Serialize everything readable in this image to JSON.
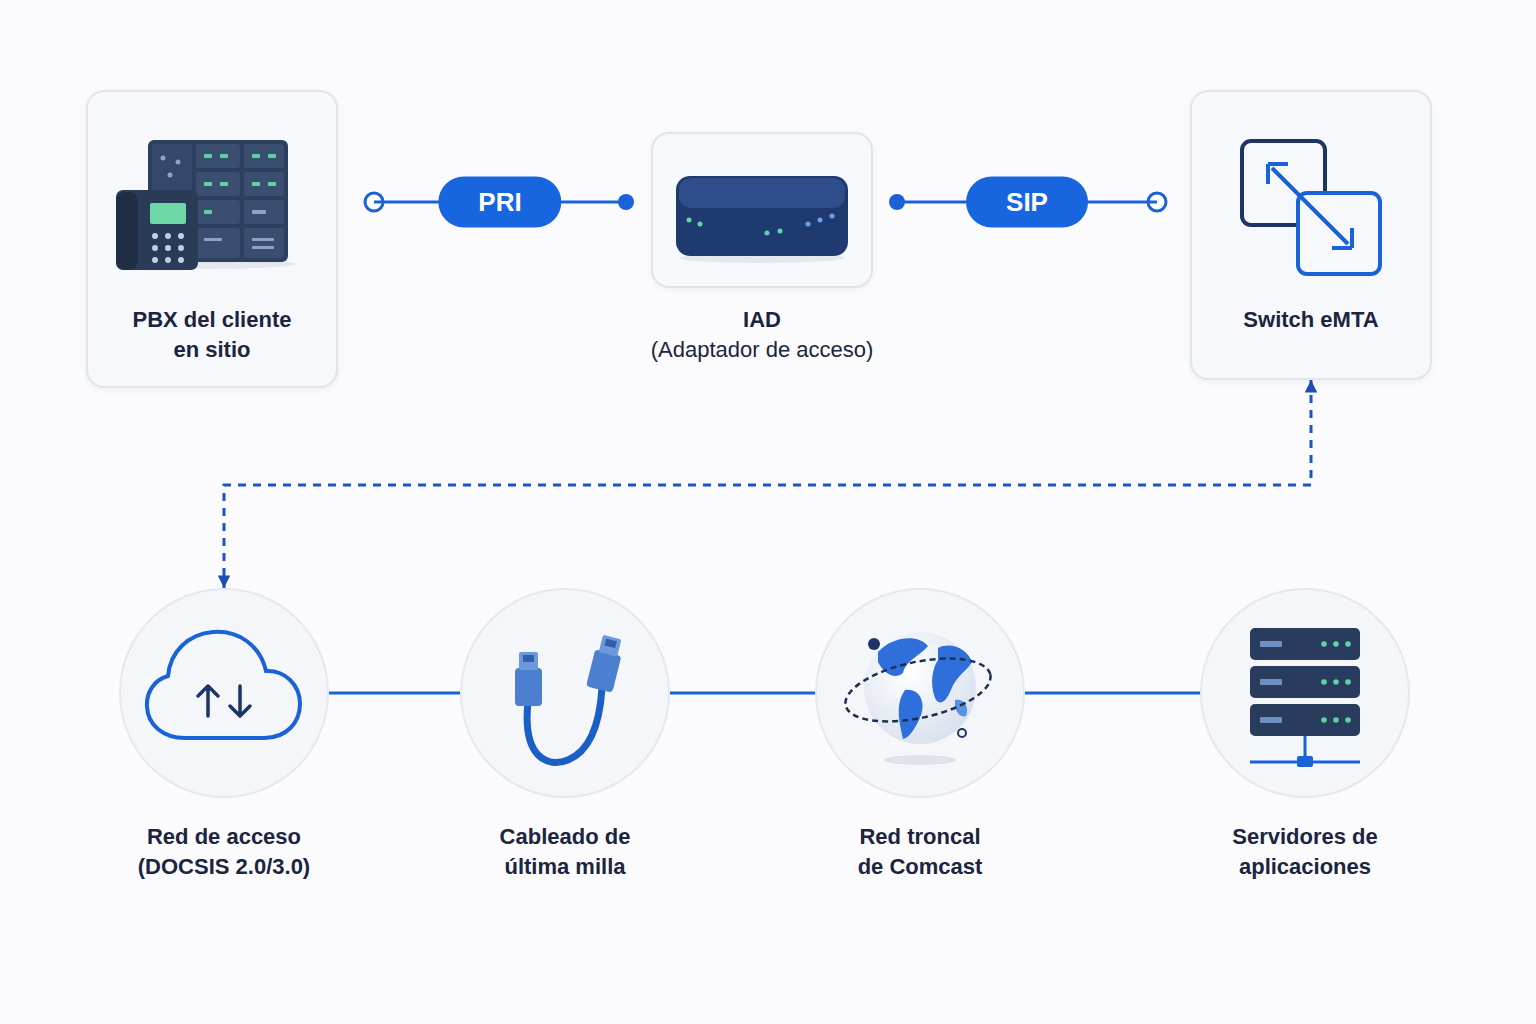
{
  "diagram": {
    "nodes": [
      {
        "text": [
          "PBX del cliente en sitio"
        ]
      },
      {
        "text": [
          "IAD",
          "(Adaptador de acceso)"
        ]
      },
      {
        "text": [
          "Switch eMTA"
        ]
      },
      {
        "text": [
          "Red de acceso (DOCSIS 2.0/3.0)"
        ]
      },
      {
        "text": [
          "Cableado de última milla"
        ]
      },
      {
        "text": [
          "Red troncal de Comcast"
        ]
      },
      {
        "text": [
          "Servidores de aplicaciones"
        ]
      }
    ],
    "edges": [
      {
        "from": 0,
        "to": 1,
        "label": "PRI",
        "arrow": "none"
      },
      {
        "from": 1,
        "to": 2,
        "label": "SIP",
        "arrow": "none"
      },
      {
        "from": 2,
        "to": 3,
        "arrow": "both"
      },
      {
        "from": 3,
        "to": 4,
        "arrow": "none"
      },
      {
        "from": 4,
        "to": 5,
        "arrow": "none"
      },
      {
        "from": 5,
        "to": 6,
        "arrow": "none"
      }
    ]
  }
}
